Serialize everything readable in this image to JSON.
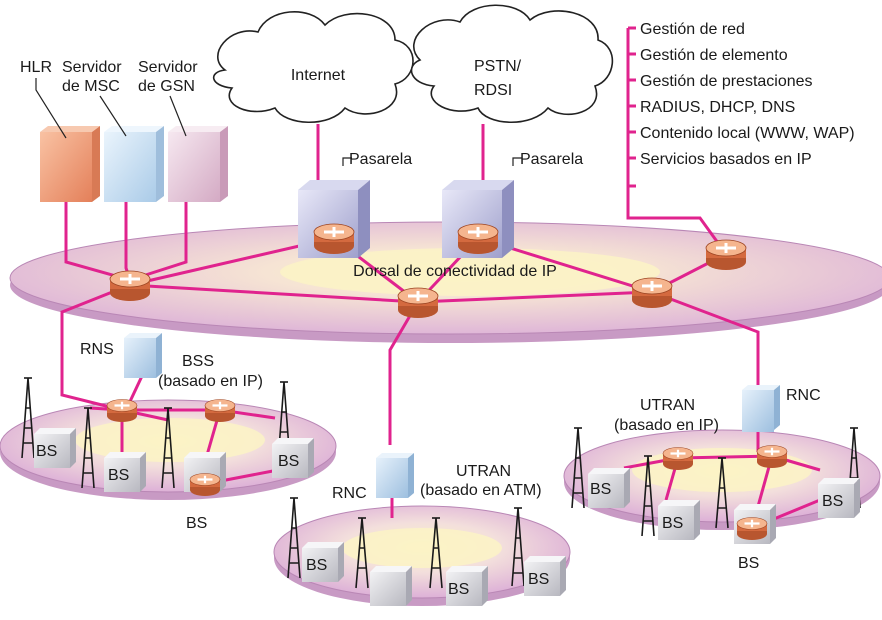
{
  "labels": {
    "internet": "Internet",
    "pstn_line1": "PSTN/",
    "pstn_line2": "RDSI",
    "hlr": "HLR",
    "msc_line1": "Servidor",
    "msc_line2": "de MSC",
    "gsn_line1": "Servidor",
    "gsn_line2": "de GSN",
    "gateway_left": "Pasarela",
    "gateway_right": "Pasarela",
    "backbone": "Dorsal de conectividad de IP",
    "rns": "RNS",
    "bss_line1": "BSS",
    "bss_line2": "(basado en IP)",
    "utran_atm_line1": "UTRAN",
    "utran_atm_line2": "(basado en ATM)",
    "rnc_middle": "RNC",
    "utran_ip_line1": "UTRAN",
    "utran_ip_line2": "(basado en IP)",
    "rnc_right": "RNC",
    "bs_left_1": "BS",
    "bs_left_2": "BS",
    "bs_left_3": "BS",
    "bs_left_below": "BS",
    "bs_mid_1": "BS",
    "bs_mid_2": "BS",
    "bs_mid_3": "BS",
    "bs_right_1": "BS",
    "bs_right_2": "BS",
    "bs_right_3": "BS",
    "bs_right_below": "BS"
  },
  "services": [
    "Gestión de red",
    "Gestión de elemento",
    "Gestión de prestaciones",
    "RADIUS, DHCP, DNS",
    "Contenido local (WWW, WAP)",
    "Servicios basados en IP"
  ],
  "colors": {
    "link": "#e0238e",
    "ellipse_fill": "#e8c8e6",
    "ellipse_core": "#fbf3c6",
    "router": "#e07a4a",
    "hlr_box": "#f2a57e",
    "msc_box": "#cde3f5",
    "gsn_box": "#ead0e2"
  }
}
